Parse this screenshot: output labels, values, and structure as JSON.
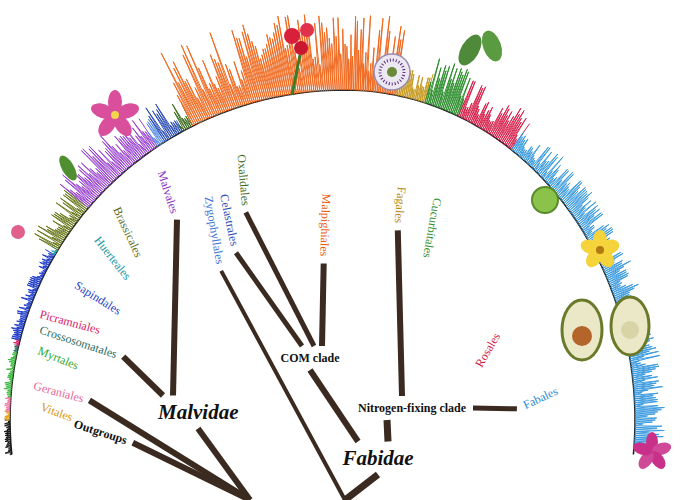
{
  "diagram": {
    "labels": [
      "Vitales",
      "Geraniales",
      "Myrtales",
      "Crossosomatales",
      "Picramniales",
      "Sapindales",
      "Huerteales",
      "Brassicales",
      "Malvales",
      "Zygophyllales",
      "Celastrales",
      "Oxalidales",
      "Malpighiales",
      "Fagales",
      "Cucurbitales",
      "Rosales",
      "Fabales",
      "Outgroups",
      "Malvidae",
      "COM clade",
      "Nitrogen-fixing clade",
      "Fabidae"
    ]
  }
}
